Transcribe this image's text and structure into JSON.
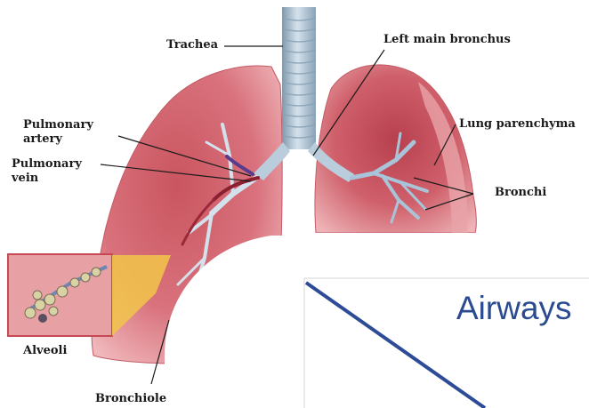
{
  "labels": {
    "trachea": "Trachea",
    "left_main_bronchus": "Left main bronchus",
    "pulmonary_artery": "Pulmonary\nartery",
    "pulmonary_vein": "Pulmonary\nvein",
    "lung_parenchyma": "Lung parenchyma",
    "bronchi": "Bronchi",
    "alveoli": "Alveoli",
    "bronchiole": "Bronchiole"
  },
  "slide": {
    "title": "Airways"
  },
  "colors": {
    "lung_pink": "#d9727d",
    "lung_dark": "#b8404e",
    "trachea": "#a9bfd0",
    "bronchial_tree": "#c8d9e6",
    "inset_frame": "#c64a54",
    "inset_fill": "#e7a0a3",
    "wedge_yellow": "#f2c64a",
    "slide_line": "#2d4b96",
    "slide_title": "#2a4b8f"
  }
}
